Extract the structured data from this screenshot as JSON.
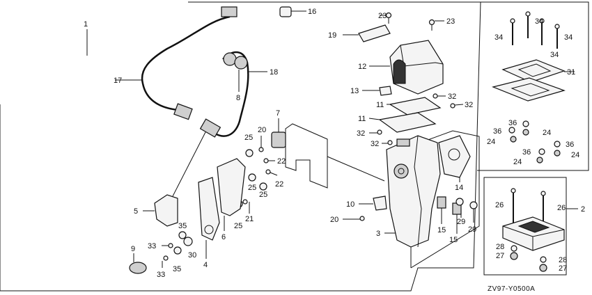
{
  "diagram": {
    "code": "ZV97-Y0500A",
    "labels": {
      "l1": "1",
      "l2": "2",
      "l3": "3",
      "l4": "4",
      "l5": "5",
      "l6": "6",
      "l7": "7",
      "l8": "8",
      "l9": "9",
      "l10": "10",
      "l11a": "11",
      "l11b": "11",
      "l12": "12",
      "l13": "13",
      "l14": "14",
      "l15a": "15",
      "l15b": "15",
      "l16": "16",
      "l17": "17",
      "l18": "18",
      "l19": "19",
      "l20a": "20",
      "l20b": "20",
      "l21": "21",
      "l22a": "22",
      "l22b": "22",
      "l23a": "23",
      "l23b": "23",
      "l24a": "24",
      "l24b": "24",
      "l24c": "24",
      "l24d": "24",
      "l25a": "25",
      "l25b": "25",
      "l25c": "25",
      "l25d": "25",
      "l26a": "26",
      "l26b": "26",
      "l27a": "27",
      "l27b": "27",
      "l28a": "28",
      "l28b": "28",
      "l29a": "29",
      "l29b": "29",
      "l30": "30",
      "l31": "31",
      "l32a": "32",
      "l32b": "32",
      "l32c": "32",
      "l32d": "32",
      "l33a": "33",
      "l33b": "33",
      "l34a": "34",
      "l34b": "34",
      "l34c": "34",
      "l34d": "34",
      "l35": "35",
      "l35b": "35",
      "l36a": "36",
      "l36b": "36",
      "l36c": "36",
      "l36d": "36"
    }
  }
}
